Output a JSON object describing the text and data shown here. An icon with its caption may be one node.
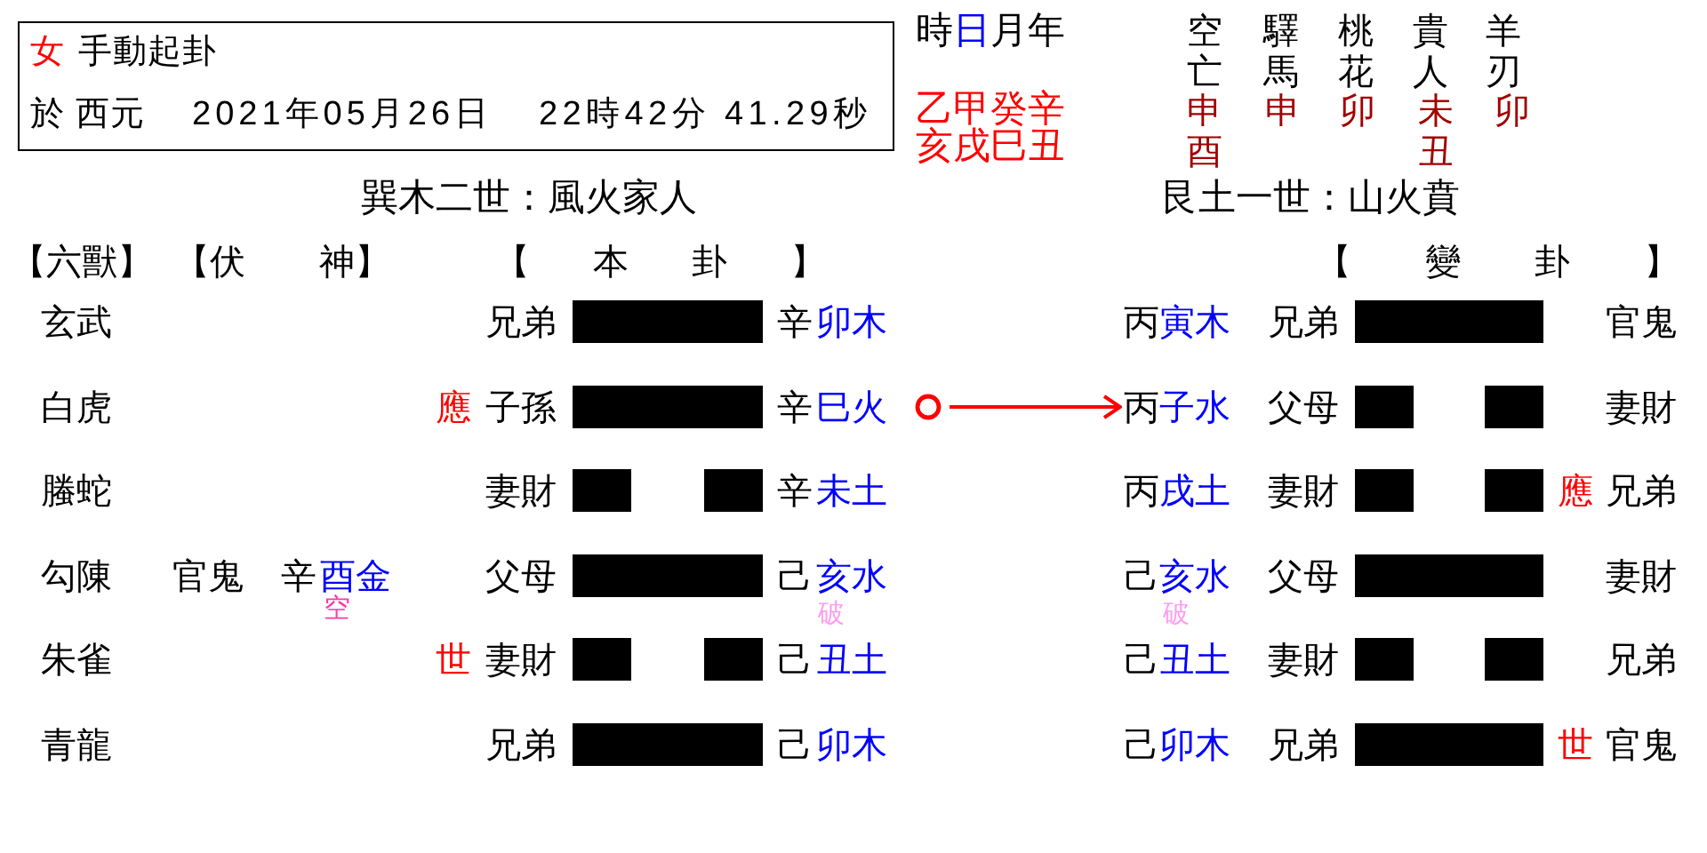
{
  "diagram": {
    "nodes": [
      {
        "text": [
          "女",
          "手動起卦",
          "於 西元",
          "2021年05月26日",
          "22時42分 41.29秒"
        ]
      },
      {
        "text": [],
        "shape": "bar"
      },
      {
        "text": [],
        "shape": "bar"
      },
      {
        "text": [],
        "shape": "bar"
      },
      {
        "text": [],
        "shape": "circle"
      },
      {
        "text": [
          "丙",
          "子水"
        ]
      },
      {
        "text": [],
        "shape": "bar"
      },
      {
        "text": [],
        "shape": "bar"
      },
      {
        "text": [],
        "shape": "bar"
      },
      {
        "text": [],
        "shape": "bar"
      },
      {
        "text": [],
        "shape": "bar"
      },
      {
        "text": [],
        "shape": "bar"
      },
      {
        "text": [],
        "shape": "bar"
      },
      {
        "text": [],
        "shape": "bar"
      },
      {
        "text": [],
        "shape": "bar"
      },
      {
        "text": [],
        "shape": "bar"
      },
      {
        "text": [],
        "shape": "bar"
      },
      {
        "text": [],
        "shape": "bar"
      },
      {
        "text": [],
        "shape": "bar"
      },
      {
        "text": [],
        "shape": "bar"
      }
    ],
    "edges": [
      {
        "from": 4,
        "to": 5,
        "arrow": "to",
        "color": "#ff0000"
      }
    ],
    "labels": [
      "時",
      "日",
      "月",
      "年",
      "乙甲癸辛",
      "亥戌巳丑",
      "空亡",
      "驛馬",
      "桃花",
      "貴人",
      "羊刃",
      "申酉",
      "申",
      "卯",
      "未丑",
      "卯",
      "巽木二世：風火家人",
      "艮土一世：山火賁",
      "【六獸】",
      "【伏 神】",
      "【 本 卦 】",
      "【 變 卦 】",
      "玄武",
      "兄弟",
      "辛",
      "卯木",
      "丙",
      "寅木",
      "兄弟",
      "官鬼",
      "白虎",
      "應",
      "子孫",
      "辛",
      "巳火",
      "父母",
      "妻財",
      "螣蛇",
      "妻財",
      "辛",
      "未土",
      "丙",
      "戌土",
      "妻財",
      "應",
      "兄弟",
      "勾陳",
      "官鬼",
      "辛",
      "酉金",
      "空",
      "父母",
      "己",
      "亥水",
      "破",
      "己",
      "亥水",
      "破",
      "父母",
      "妻財",
      "朱雀",
      "世",
      "妻財",
      "己",
      "丑土",
      "己",
      "丑土",
      "妻財",
      "兄弟",
      "青龍",
      "兄弟",
      "己",
      "卯木",
      "己",
      "卯木",
      "兄弟",
      "世",
      "官鬼"
    ]
  }
}
